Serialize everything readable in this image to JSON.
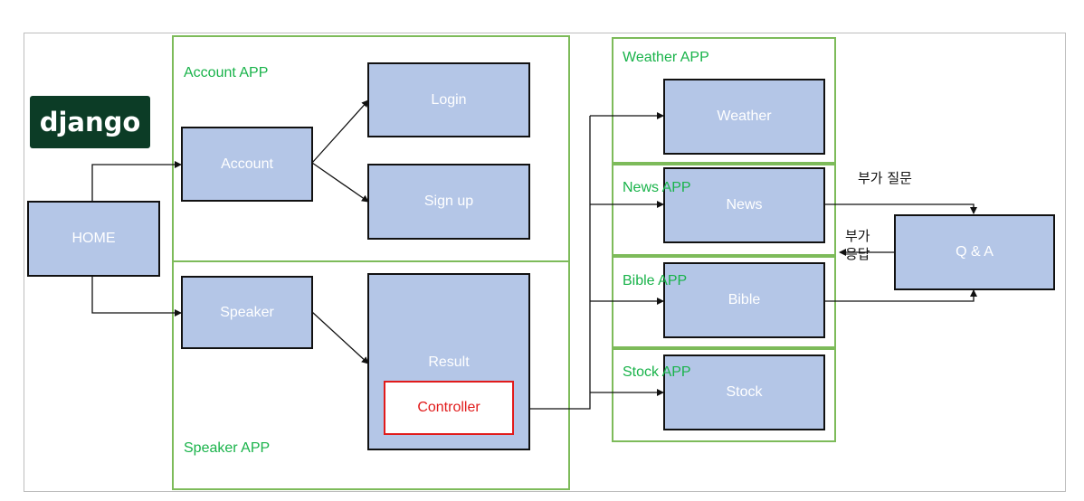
{
  "logo": {
    "text": "django"
  },
  "apps": {
    "account": "Account  APP",
    "speaker": "Speaker  APP",
    "weather": "Weather  APP",
    "news": "News  APP",
    "bible": "Bible  APP",
    "stock": "Stock  APP"
  },
  "nodes": {
    "home": "HOME",
    "account": "Account",
    "login": "Login",
    "signup": "Sign up",
    "speaker": "Speaker",
    "result": "Result",
    "controller": "Controller",
    "weather": "Weather",
    "news": "News",
    "bible": "Bible",
    "stock": "Stock",
    "qa": "Q & A"
  },
  "annotations": {
    "extra_question": "부가 질문",
    "extra_answer_line1": "부가",
    "extra_answer_line2": "응답"
  },
  "colors": {
    "node_fill": "#b4c6e7",
    "app_border": "#7dbb5a",
    "app_label": "#19b34a",
    "controller_border": "#e11b1b",
    "logo_bg": "#0c3c26"
  }
}
